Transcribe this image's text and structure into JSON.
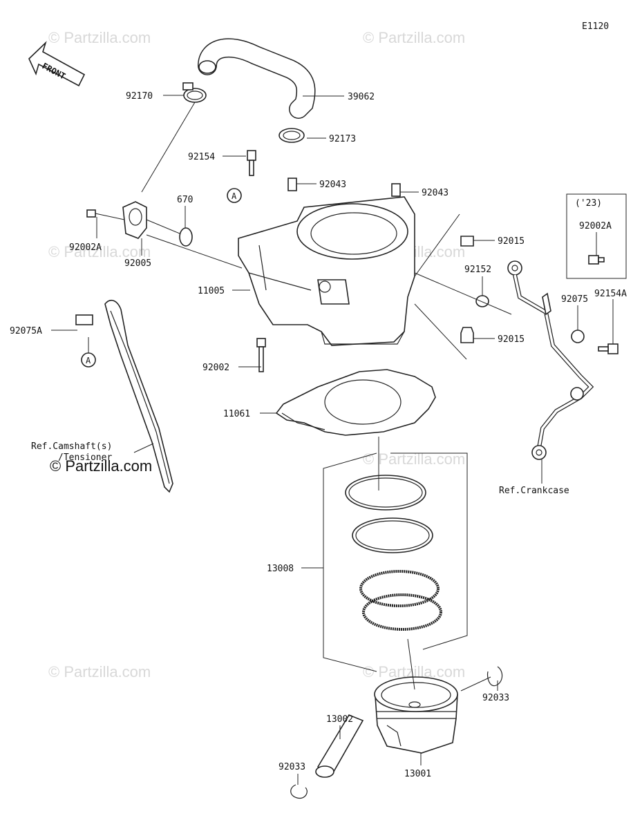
{
  "diagram_code": "E1120",
  "front_label": "FRONT",
  "year_box_label": "('23)",
  "ref_a": "A",
  "watermark": "© Partzilla.com",
  "labels": {
    "p39062": "39062",
    "p92170": "92170",
    "p92173": "92173",
    "p92154": "92154",
    "p92043a": "92043",
    "p92043b": "92043",
    "p670": "670",
    "p92002A": "92002A",
    "p92005": "92005",
    "p92015a": "92015",
    "p92015b": "92015",
    "p92152": "92152",
    "p92075": "92075",
    "p92154A": "92154A",
    "p92002A_23": "92002A",
    "p11005": "11005",
    "p92002": "92002",
    "p92075A": "92075A",
    "p11061": "11061",
    "ref_camshaft": "Ref.Camshaft(s)",
    "ref_tensioner": "/Tensioner",
    "ref_crankcase": "Ref.Crankcase",
    "p13008": "13008",
    "p13002": "13002",
    "p92033a": "92033",
    "p92033b": "92033",
    "p13001": "13001"
  }
}
